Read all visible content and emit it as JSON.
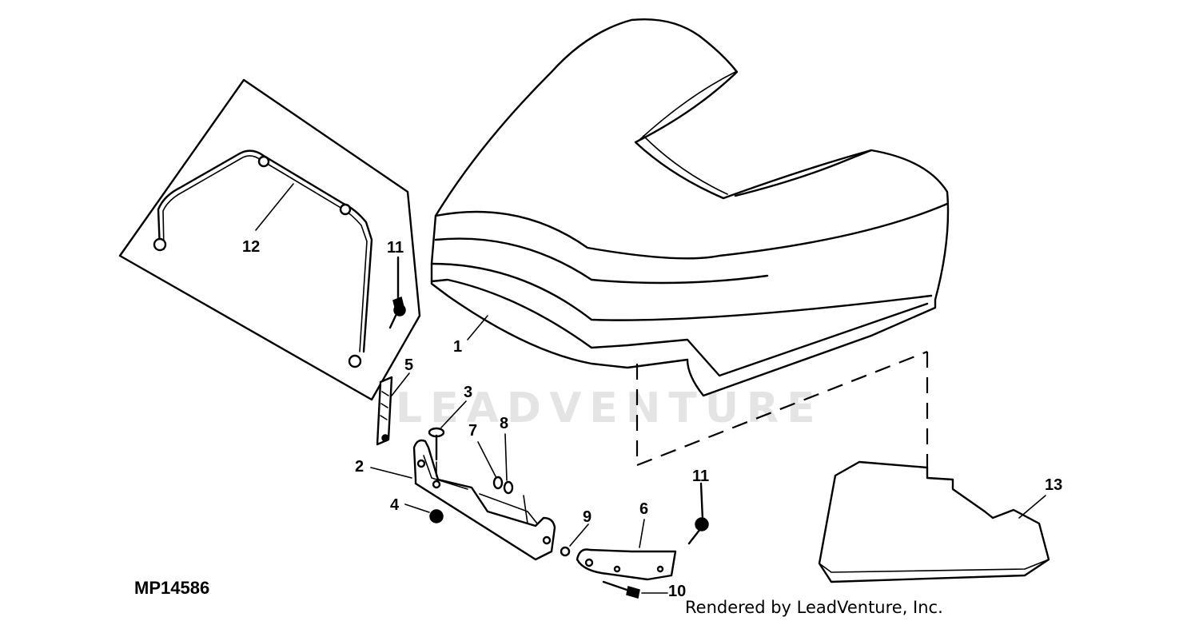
{
  "diagram": {
    "figure_id": "MP14586",
    "credit": "Rendered by LeadVenture, Inc.",
    "watermark": "LEADVENTURE",
    "callouts": {
      "c1": "1",
      "c2": "2",
      "c3": "3",
      "c4": "4",
      "c5": "5",
      "c6": "6",
      "c7": "7",
      "c8": "8",
      "c9": "9",
      "c10": "10",
      "c11a": "11",
      "c11b": "11",
      "c12": "12",
      "c13": "13"
    }
  }
}
